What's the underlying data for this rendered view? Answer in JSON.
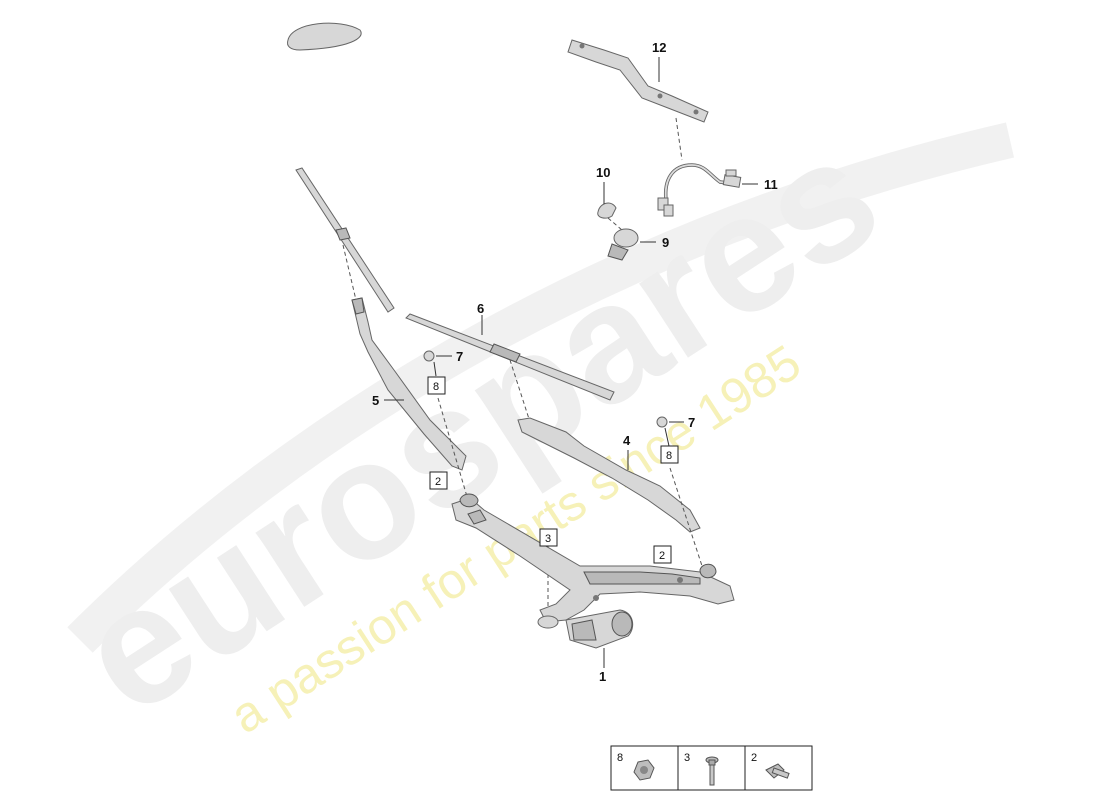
{
  "watermark": {
    "brand": "eurospares",
    "tagline": "a passion for parts since 1985"
  },
  "callouts": {
    "p1": "1",
    "p2a": "2",
    "p2b": "2",
    "p3": "3",
    "p4": "4",
    "p5": "5",
    "p6": "6",
    "p7a": "7",
    "p7b": "7",
    "p8a": "8",
    "p8b": "8",
    "p9": "9",
    "p10": "10",
    "p11": "11",
    "p12": "12"
  },
  "legend": [
    {
      "label": "8",
      "icon": "nut-icon"
    },
    {
      "label": "3",
      "icon": "bolt-icon"
    },
    {
      "label": "2",
      "icon": "screw-icon"
    }
  ]
}
